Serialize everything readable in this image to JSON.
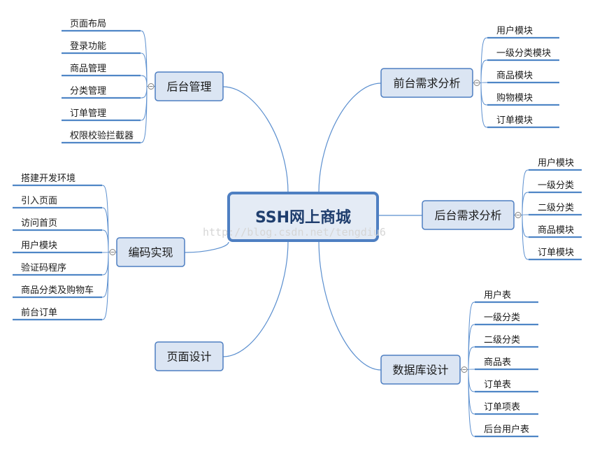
{
  "root": {
    "label": "SSH网上商城"
  },
  "watermark": "http://blog.csdn.net/tengdiu6",
  "colors": {
    "line": "#5b8fcf",
    "box_fill": "#dbe5f3",
    "box_stroke": "#4e7fc2",
    "underline": "#4f86c6",
    "root_fill": "#e4ebf5"
  },
  "branches": [
    {
      "id": "houtai-guanli",
      "label": "后台管理",
      "leaves": [
        "页面布局",
        "登录功能",
        "商品管理",
        "分类管理",
        "订单管理",
        "权限校验拦截器"
      ]
    },
    {
      "id": "bianma-shixian",
      "label": "编码实现",
      "leaves": [
        "搭建开发环境",
        "引入页面",
        "访问首页",
        "用户模块",
        "验证码程序",
        "商品分类及购物车",
        "前台订单"
      ]
    },
    {
      "id": "yemian-sheji",
      "label": "页面设计",
      "leaves": []
    },
    {
      "id": "qiantai-xuqiu",
      "label": "前台需求分析",
      "leaves": [
        "用户模块",
        "一级分类模块",
        "商品模块",
        "购物模块",
        "订单模块"
      ]
    },
    {
      "id": "houtai-xuqiu",
      "label": "后台需求分析",
      "leaves": [
        "用户模块",
        "一级分类",
        "二级分类",
        "商品模块",
        "订单模块"
      ]
    },
    {
      "id": "shujuku-sheji",
      "label": "数据库设计",
      "leaves": [
        "用户表",
        "一级分类",
        "二级分类",
        "商品表",
        "订单表",
        "订单项表",
        "后台用户表"
      ]
    }
  ]
}
